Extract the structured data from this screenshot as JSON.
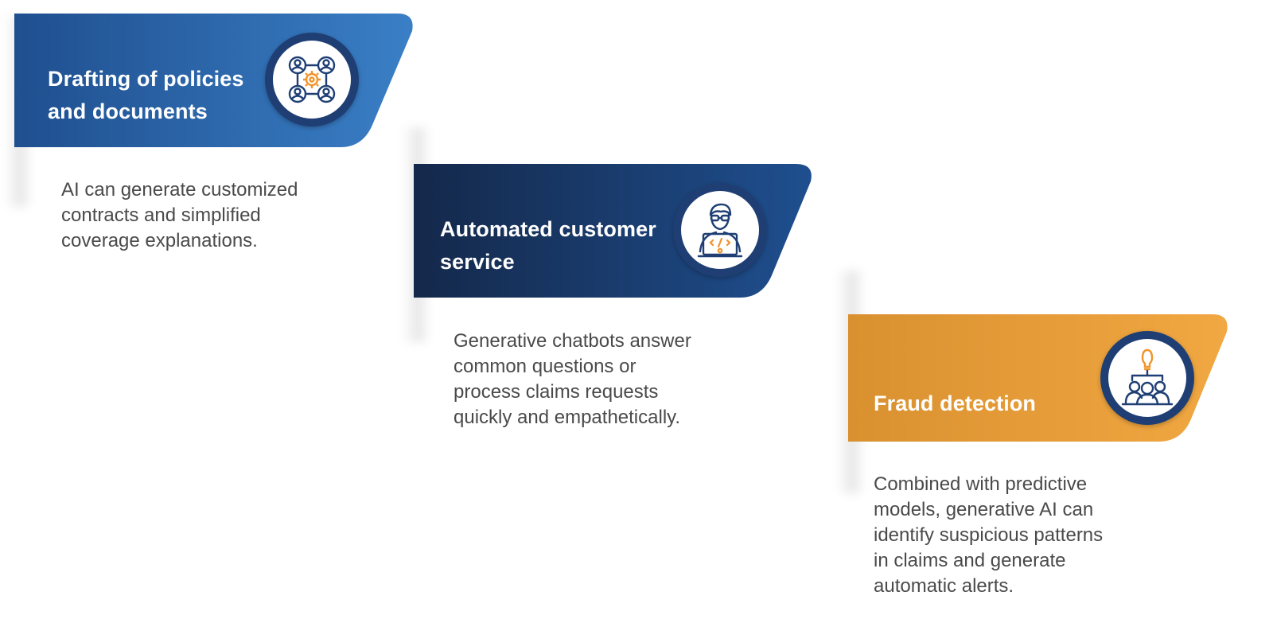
{
  "steps": [
    {
      "title_line1": "Drafting of policies",
      "title_line2": "and documents",
      "icon": "team-gear-network-icon",
      "description_lines": [
        "AI can generate customized",
        "contracts and simplified",
        "coverage explanations."
      ],
      "colors": {
        "start": "#1f4f8f",
        "end": "#3a7fc6"
      }
    },
    {
      "title_line1": "Automated customer",
      "title_line2": "service",
      "icon": "developer-laptop-icon",
      "description_lines": [
        "Generative chatbots answer",
        "common questions or",
        "process claims requests",
        "quickly and empathetically."
      ],
      "colors": {
        "start": "#14284a",
        "end": "#1f4f8f"
      }
    },
    {
      "title_line1": "Fraud detection",
      "title_line2": "",
      "icon": "team-idea-lightbulb-icon",
      "description_lines": [
        "Combined with predictive",
        "models, generative AI can",
        "identify suspicious patterns",
        "in claims and generate",
        "automatic alerts."
      ],
      "colors": {
        "start": "#d9902f",
        "end": "#f1a842"
      }
    }
  ],
  "accent_colors": {
    "icon_orange": "#f0932b",
    "icon_navy": "#1f3f74"
  }
}
